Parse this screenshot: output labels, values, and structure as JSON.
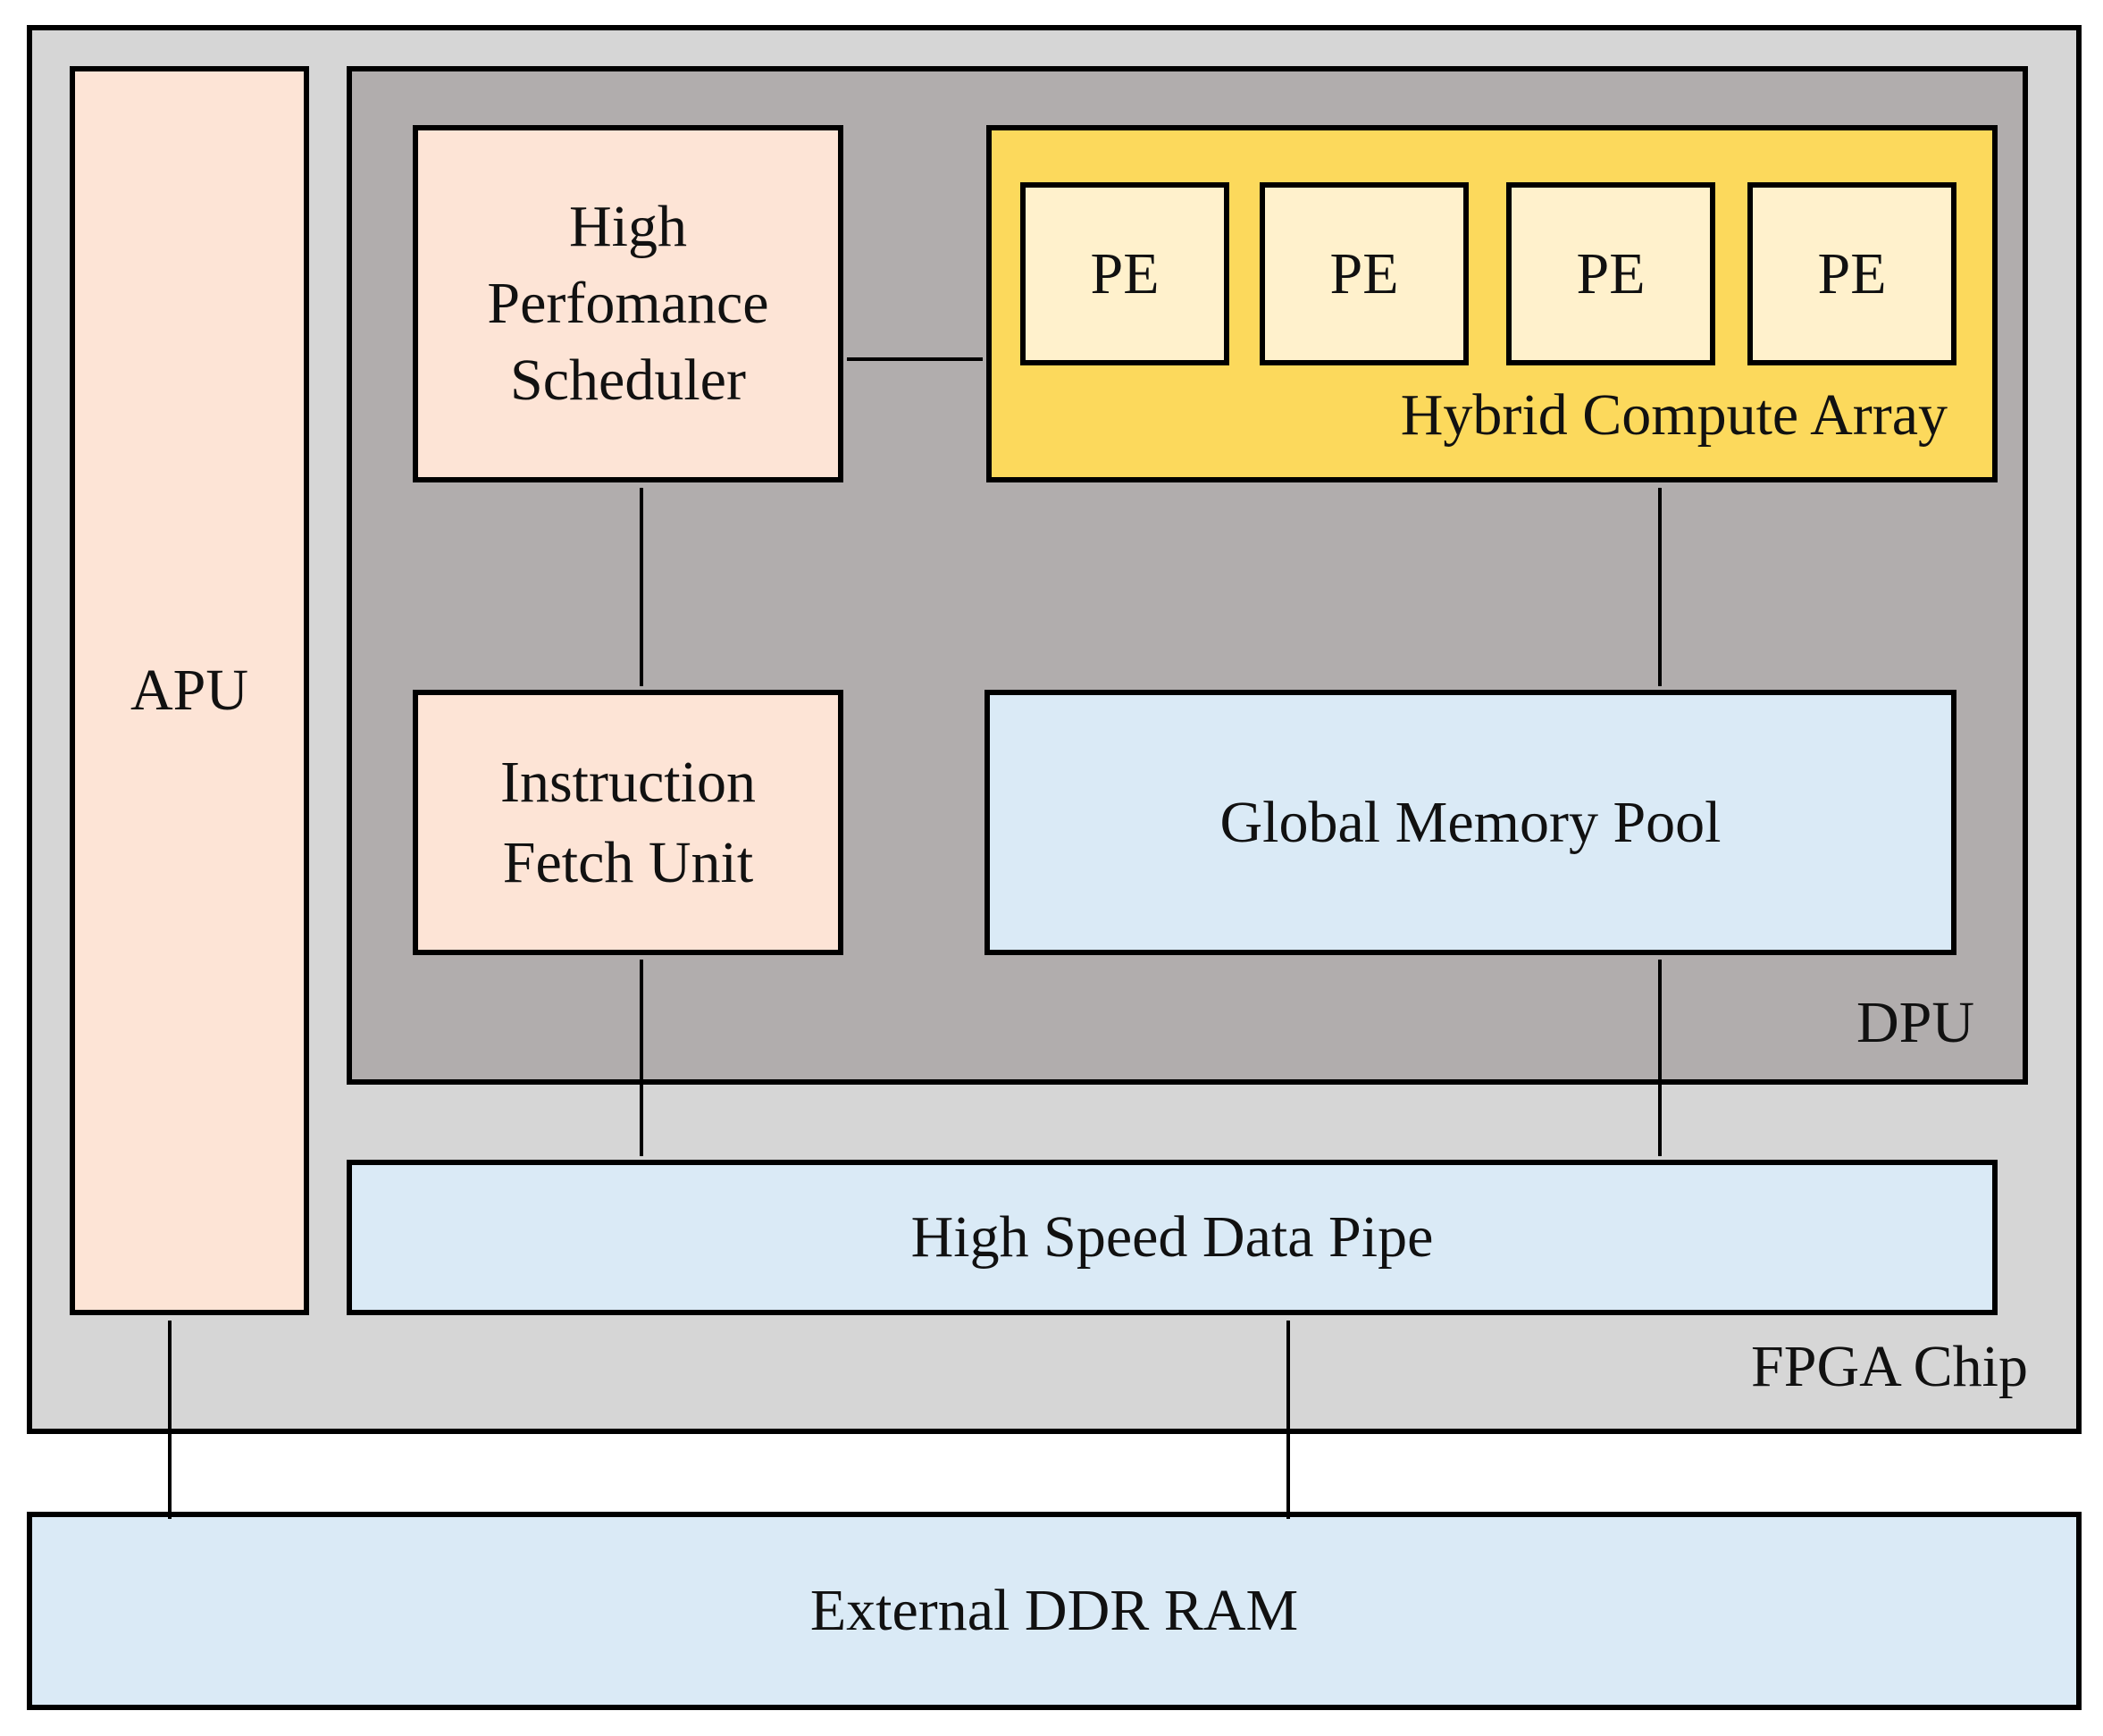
{
  "fpga": {
    "label": "FPGA Chip"
  },
  "apu": {
    "label": "APU"
  },
  "dpu": {
    "label": "DPU"
  },
  "scheduler": {
    "lines": [
      "High",
      "Perfomance",
      "Scheduler"
    ]
  },
  "instruction_fetch": {
    "lines": [
      "Instruction",
      "Fetch Unit"
    ]
  },
  "hybrid_compute_array": {
    "label": "Hybrid Compute Array",
    "pes": [
      "PE",
      "PE",
      "PE",
      "PE"
    ]
  },
  "global_memory_pool": {
    "label": "Global Memory Pool"
  },
  "high_speed_data_pipe": {
    "label": "High Speed Data Pipe"
  },
  "external_ddr": {
    "label": "External DDR RAM"
  }
}
